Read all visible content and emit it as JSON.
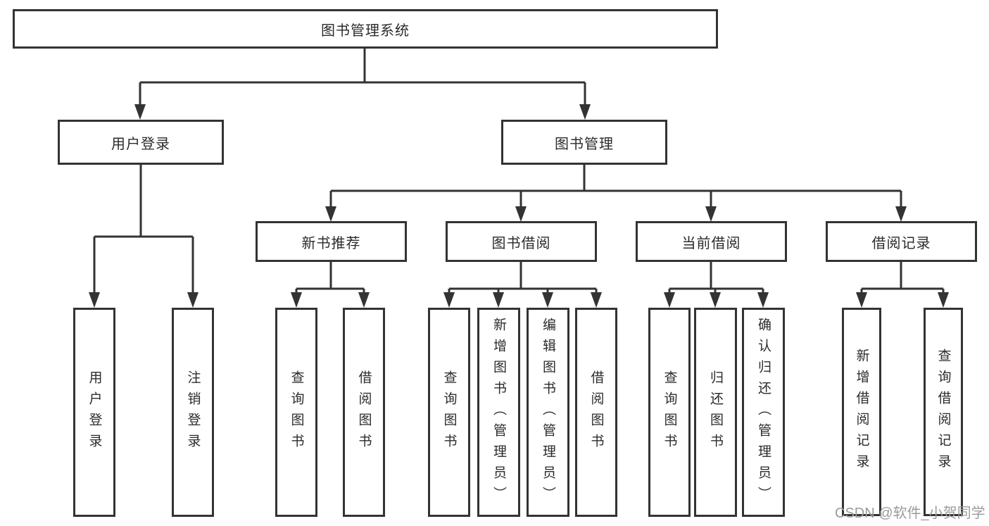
{
  "nodes": {
    "root": "图书管理系统",
    "user_login": "用户登录",
    "book_management": "图书管理",
    "new_book_recommend": "新书推荐",
    "book_borrowing": "图书借阅",
    "current_borrowing": "当前借阅",
    "borrowing_records": "借阅记录",
    "leaf_user_login": "用户登录",
    "leaf_logout": "注销登录",
    "leaf_nb_query_books": "查询图书",
    "leaf_nb_borrow_books": "借阅图书",
    "leaf_bb_query_books": "查询图书",
    "leaf_bb_add_books": "新增图书（管理员）",
    "leaf_bb_edit_books": "编辑图书（管理员）",
    "leaf_bb_borrow_books": "借阅图书",
    "leaf_cb_query_books": "查询图书",
    "leaf_cb_return_books": "归还图书",
    "leaf_cb_confirm_return": "确认归还（管理员）",
    "leaf_br_add_record": "新增借阅记录",
    "leaf_br_query_record": "查询借阅记录"
  },
  "watermark": "CSDN @软件_小贺同学",
  "colors": {
    "line": "#333333",
    "text": "#2b2b2b",
    "watermark": "#9b9b9b",
    "background": "#ffffff"
  }
}
